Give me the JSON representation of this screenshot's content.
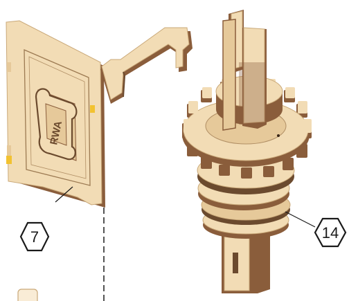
{
  "callouts": [
    {
      "id": "panel",
      "label": "7"
    },
    {
      "id": "gear-assembly",
      "label": "14"
    }
  ],
  "panel": {
    "engraving": "RWA"
  },
  "colors": {
    "wood_light": "#f2dcb5",
    "wood_mid": "#e6c99a",
    "wood_edge": "#8a5d3b",
    "wood_dark": "#6b4a2e",
    "glue": "#f2c230",
    "outline": "#222222"
  },
  "icons": {
    "callout_shape": "hexagon",
    "swatch": "rounded-square"
  }
}
